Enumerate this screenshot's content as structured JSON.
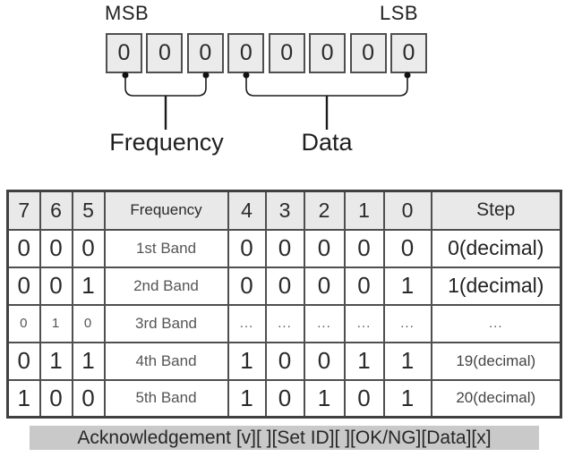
{
  "bit_diagram": {
    "msb_label": "MSB",
    "lsb_label": "LSB",
    "bits": [
      "0",
      "0",
      "0",
      "0",
      "0",
      "0",
      "0",
      "0"
    ],
    "groups": [
      {
        "label": "Frequency",
        "bits": "7-5"
      },
      {
        "label": "Data",
        "bits": "4-0"
      }
    ]
  },
  "table": {
    "headers": [
      "7",
      "6",
      "5",
      "Frequency",
      "4",
      "3",
      "2",
      "1",
      "0",
      "Step"
    ],
    "rows": [
      {
        "cells": [
          "0",
          "0",
          "0",
          "1st Band",
          "0",
          "0",
          "0",
          "0",
          "0",
          "0(decimal)"
        ]
      },
      {
        "cells": [
          "0",
          "0",
          "1",
          "2nd Band",
          "0",
          "0",
          "0",
          "0",
          "1",
          "1(decimal)"
        ]
      },
      {
        "cells": [
          "0",
          "1",
          "0",
          "3rd Band",
          "...",
          "...",
          "...",
          "...",
          "...",
          "..."
        ]
      },
      {
        "cells": [
          "0",
          "1",
          "1",
          "4th Band",
          "1",
          "0",
          "0",
          "1",
          "1",
          "19(decimal)"
        ]
      },
      {
        "cells": [
          "1",
          "0",
          "0",
          "5th Band",
          "1",
          "0",
          "1",
          "0",
          "1",
          "20(decimal)"
        ]
      }
    ]
  },
  "footer": {
    "acknowledgement_text": "Acknowledgement [v][ ][Set ID][ ][OK/NG][Data][x]"
  },
  "colors": {
    "cell_fill": "#ebebeb",
    "table_border": "#4f4f4f",
    "header_bg": "#e9e9e9",
    "ack_bar_bg": "#c9c9c9",
    "text": "#2a2a2a"
  }
}
